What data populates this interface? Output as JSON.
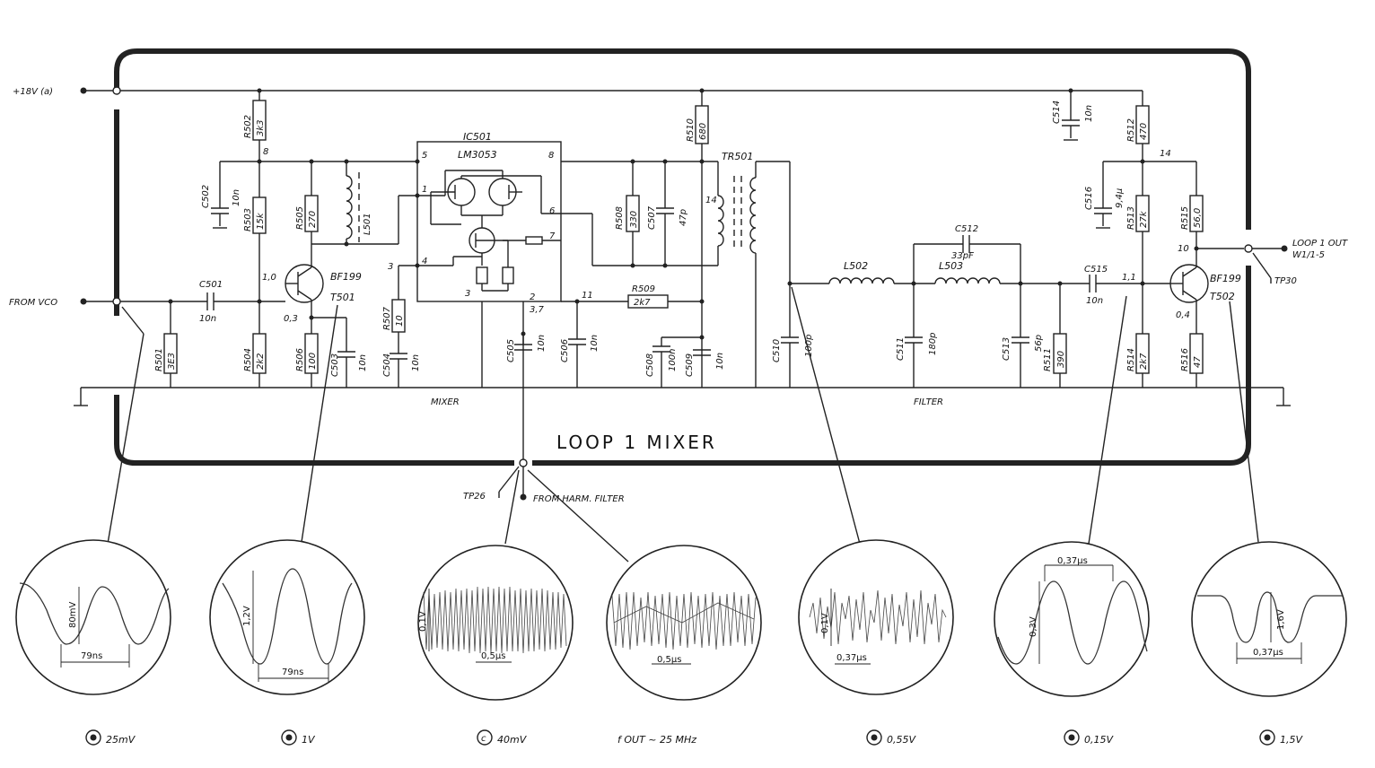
{
  "block": {
    "title": "LOOP 1 MIXER",
    "section_mixer": "MIXER",
    "section_filter": "FILTER"
  },
  "terminals": {
    "supply": "+18V (a)",
    "input": "FROM VCO",
    "output_line1": "LOOP 1 OUT",
    "output_line2": "W1/1-5",
    "tp_out": "TP30",
    "tp_in": "TP26",
    "harm": "FROM HARM. FILTER"
  },
  "ic": {
    "ref": "IC501",
    "part": "LM3053",
    "pins": [
      "5",
      "8",
      "1",
      "6",
      "7",
      "4",
      "3",
      "3",
      "2",
      "11",
      "3,7"
    ]
  },
  "components": {
    "r502": "R502",
    "r502v": "3k3",
    "r503": "R503",
    "r503v": "15k",
    "r504": "R504",
    "r504v": "2k2",
    "r505": "R505",
    "r505v": "270",
    "r506": "R506",
    "r506v": "100",
    "r501": "R501",
    "r501v": "3E3",
    "r507": "R507",
    "r507v": "10",
    "r508": "R508",
    "r508v": "330",
    "r509": "R509",
    "r509v": "2k7",
    "r510": "R510",
    "r510v": "680",
    "r511": "R511",
    "r511v": "390",
    "r512": "R512",
    "r512v": "470",
    "r513": "R513",
    "r513v": "27k",
    "r514": "R514",
    "r514v": "2k7",
    "r515": "R515",
    "r515v": "56,0",
    "r516": "R516",
    "r516v": "47",
    "c501": "C501",
    "c501v": "10n",
    "c502": "C502",
    "c502v": "10n",
    "c503": "C503",
    "c503v": "10n",
    "c504": "C504",
    "c504v": "10n",
    "c505": "C505",
    "c505v": "10n",
    "c506": "C506",
    "c506v": "10n",
    "c507": "C507",
    "c507v": "47p",
    "c508": "C508",
    "c508v": "100n",
    "c509": "C509",
    "c509v": "10n",
    "c510": "C510",
    "c510v": "100p",
    "c511": "C511",
    "c511v": "180p",
    "c512": "C512",
    "c512v": "33pF",
    "c513": "C513",
    "c513v": "56p",
    "c514": "C514",
    "c514v": "10n",
    "c515": "C515",
    "c515v": "10n",
    "c516": "C516",
    "c516v": "9,4µ",
    "l501": "L501",
    "l502": "L502",
    "l503": "L503",
    "tr501": "TR501",
    "t501": "T501",
    "t501t": "BF199",
    "t502": "T502",
    "t502t": "BF199"
  },
  "node_labels": {
    "n8": "8",
    "n10": "1,0",
    "n03": "0,3",
    "n14": "14",
    "n14b": "14",
    "n11": "1,1",
    "n04": "0,4",
    "n10b": "10"
  },
  "scopes": [
    {
      "amp": "80mV",
      "time": "79ns",
      "setting": "25mV"
    },
    {
      "amp": "1,2V",
      "time": "79ns",
      "setting": "1V"
    },
    {
      "amp": "0,1V",
      "time": "0,5µs",
      "setting": "40mV"
    },
    {
      "amp": "",
      "time": "0,5µs",
      "setting": "f OUT ~ 25 MHz"
    },
    {
      "amp": "0,1V",
      "time": "0,37µs",
      "setting": "0,55V"
    },
    {
      "amp": "0,3V",
      "time": "0,37µs",
      "setting": "0,15V"
    },
    {
      "amp": "1,6V",
      "time": "0,37µs",
      "setting": "1,5V"
    }
  ]
}
